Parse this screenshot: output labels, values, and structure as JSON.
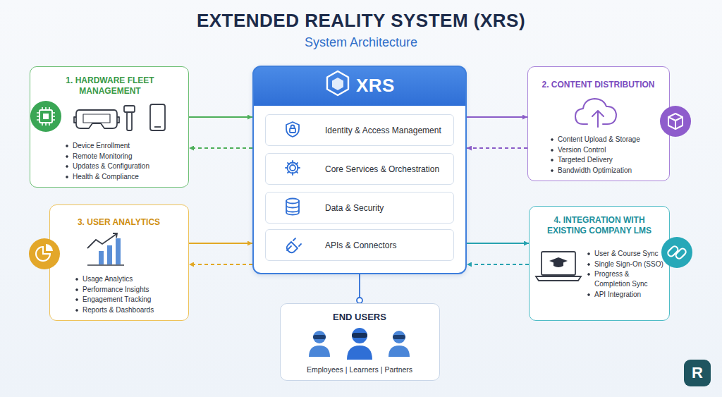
{
  "diagram": {
    "title": "EXTENDED REALITY SYSTEM (XRS)",
    "nodes": [
      {
        "text": [
          "1. HARDWARE FLEET MANAGEMENT",
          "Device Enrollment",
          "Remote Monitoring",
          "Updates & Configuration",
          "Health & Compliance"
        ]
      },
      {
        "text": [
          "XRS"
        ]
      },
      {
        "text": [
          "Identity & Access Management"
        ],
        "in": 1
      },
      {
        "text": [
          "Core Services & Orchestration"
        ],
        "in": 1
      },
      {
        "text": [
          "Data & Security"
        ],
        "in": 1
      },
      {
        "text": [
          "APIs & Connectors"
        ],
        "in": 1
      },
      {
        "text": [
          "2. CONTENT DISTRIBUTION",
          "Content Upload & Storage",
          "Version Control",
          "Targeted Delivery",
          "Bandwidth Optimization"
        ]
      },
      {
        "text": [
          "3. USER ANALYTICS",
          "Usage Analytics",
          "Performance Insights",
          "Engagement Tracking",
          "Reports & Dashboards"
        ]
      },
      {
        "text": [
          "4. INTEGRATION WITH EXISTING COMPANY LMS",
          "User & Course Sync",
          "Single Sign-On (SSO)",
          "Progress & Completion Sync",
          "API Integration"
        ]
      },
      {
        "text": [
          "END USERS",
          "Employees | Learners | Partners"
        ]
      }
    ],
    "edges": [
      {
        "from": 0,
        "to": 1,
        "arrow": "to"
      },
      {
        "from": 1,
        "to": 0,
        "arrow": "to"
      },
      {
        "from": 1,
        "to": 6,
        "arrow": "to"
      },
      {
        "from": 6,
        "to": 1,
        "arrow": "to"
      },
      {
        "from": 7,
        "to": 1,
        "arrow": "to"
      },
      {
        "from": 1,
        "to": 7,
        "arrow": "to"
      },
      {
        "from": 1,
        "to": 8,
        "arrow": "to"
      },
      {
        "from": 8,
        "to": 1,
        "arrow": "to"
      },
      {
        "from": 1,
        "to": 9,
        "arrow": "none"
      }
    ],
    "labels": [
      "System Architecture",
      "R"
    ]
  }
}
